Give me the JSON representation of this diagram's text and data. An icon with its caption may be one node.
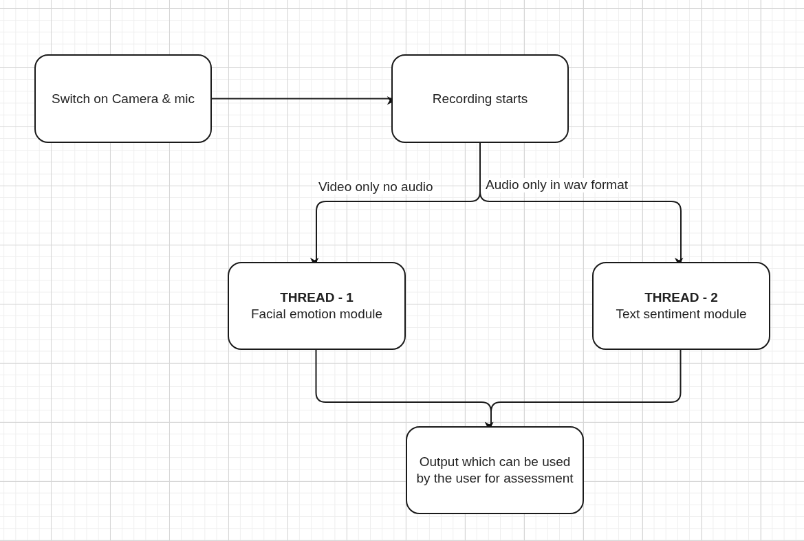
{
  "diagram": {
    "nodes": [
      {
        "text": [
          "Switch on Camera & mic"
        ]
      },
      {
        "text": [
          "Recording starts"
        ]
      },
      {
        "text": [
          "THREAD - 1",
          "Facial emotion module"
        ]
      },
      {
        "text": [
          "THREAD - 2",
          "Text sentiment module"
        ]
      },
      {
        "text": [
          "Output which can be used by the user for assessment"
        ]
      }
    ],
    "edges": [
      {
        "from": 0,
        "to": 1,
        "arrow": "to"
      },
      {
        "from": 1,
        "to": 2,
        "arrow": "to",
        "label": "Video only no audio"
      },
      {
        "from": 1,
        "to": 3,
        "arrow": "to",
        "label": "Audio only in wav format"
      },
      {
        "from": 2,
        "to": 4,
        "arrow": "to"
      },
      {
        "from": 3,
        "to": 4,
        "arrow": "to"
      }
    ]
  }
}
